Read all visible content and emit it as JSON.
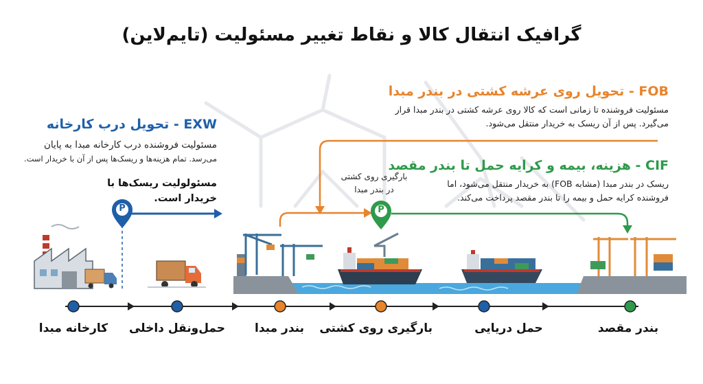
{
  "title": "گرافیک انتقال کالا و نقاط تغییر مسئولیت (تایم‌لاین)",
  "fob": {
    "heading": "FOB - تحویل روی عرشه کشتی در بندر مبدا",
    "desc_line1": "مسئولیت فروشنده تا زمانی است که کالا روی عرشه کشتی در بندر مبدا قرار",
    "desc_line2": "می‌گیرد. پس از آن ریسک به خریدار منتقل می‌شود.",
    "color": "#e8842c"
  },
  "exw": {
    "heading": "EXW - تحویل درب کارخانه",
    "desc_line1": "مسئولیت فروشنده درب کارخانه مبدا به پایان",
    "desc_line2": "می‌رسد. تمام هزینه‌ها و ریسک‌ها پس از آن با خریدار است.",
    "note_line1": "مسئولولیت ریسک‌ها با",
    "note_line2": "خریدار است.",
    "color": "#1f5fa8"
  },
  "cif": {
    "heading": "CIF - هزینه، بیمه و کرایه حمل تا بندر مقصد",
    "desc_line1": "ریسک در بندر مبدا (مشابه FOB) به خریدار منتقل می‌شود، اما",
    "desc_line2": "فروشنده کرایه حمل و بیمه را تا بندر مقصد پرداخت می‌کند.",
    "color": "#2e9a4a"
  },
  "loading_label": {
    "line1": "بارگیری روی کشتی",
    "line2": "در بندر مبدا"
  },
  "pin_letter": "P",
  "stages": [
    {
      "label": "کارخانه مبدا",
      "dot_color": "#1f5fa8"
    },
    {
      "label": "حمل‌ونقل داخلی",
      "dot_color": "#1f5fa8"
    },
    {
      "label": "بندر مبدا",
      "dot_color": "#e8842c"
    },
    {
      "label": "بارگیری روی کشتی",
      "dot_color": "#e8842c"
    },
    {
      "label": "حمل دریایی",
      "dot_color": "#1f5fa8"
    },
    {
      "label": "بندر مقصد",
      "dot_color": "#2e9a4a"
    }
  ]
}
